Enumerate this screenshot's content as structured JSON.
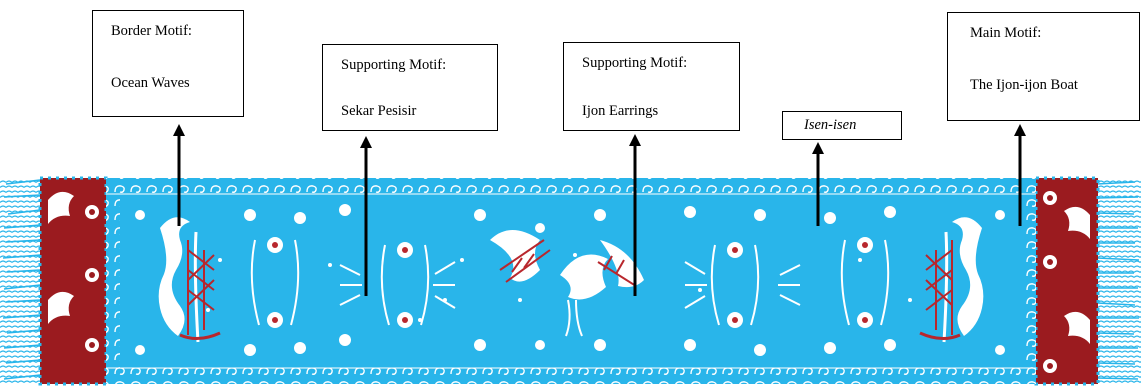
{
  "labels": [
    {
      "id": "border",
      "title": "Border Motif:",
      "value": "Ocean Waves"
    },
    {
      "id": "supporting-1",
      "title": "Supporting Motif:",
      "value": "Sekar Pesisir"
    },
    {
      "id": "supporting-2",
      "title": "Supporting Motif:",
      "value": "Ijon Earrings"
    },
    {
      "id": "isen",
      "title": "Isen-isen",
      "value": ""
    },
    {
      "id": "main",
      "title": "Main Motif:",
      "value": "The Ijon-ijon Boat"
    }
  ],
  "colors": {
    "cloth": "#29b5ea",
    "border_red": "#9b1b1f",
    "motif_white": "#ffffff",
    "ship_red": "#b8272d",
    "arrow": "#000000"
  }
}
